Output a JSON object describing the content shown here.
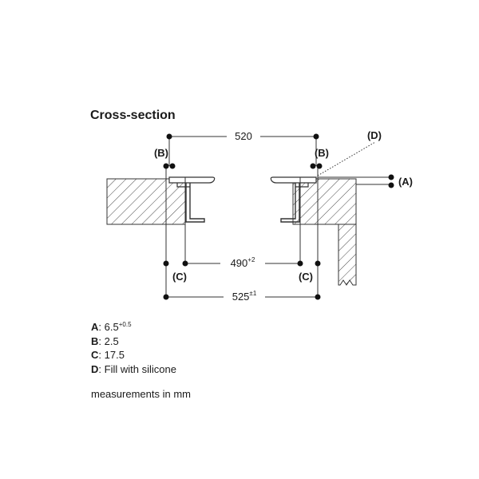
{
  "title": "Cross-section",
  "dimensions": {
    "top": "520",
    "inner": {
      "value": "490",
      "tol": "+2"
    },
    "outer": {
      "value": "525",
      "tol": "±1"
    }
  },
  "markers": {
    "A": "(A)",
    "B": "(B)",
    "C": "(C)",
    "D": "(D)"
  },
  "legend": [
    {
      "key": "A",
      "sep": ":",
      "value": "6.5",
      "sup": "+0.5"
    },
    {
      "key": "B",
      "sep": ":",
      "value": "2.5",
      "sup": ""
    },
    {
      "key": "C",
      "sep": ":",
      "value": "17.5",
      "sup": ""
    },
    {
      "key": "D",
      "sep": ":",
      "value": "Fill with silicone",
      "sup": ""
    }
  ],
  "note": "measurements in mm",
  "colors": {
    "ink": "#1a1a1a",
    "line": "#333333",
    "cutout_fill": "#ffffff"
  }
}
